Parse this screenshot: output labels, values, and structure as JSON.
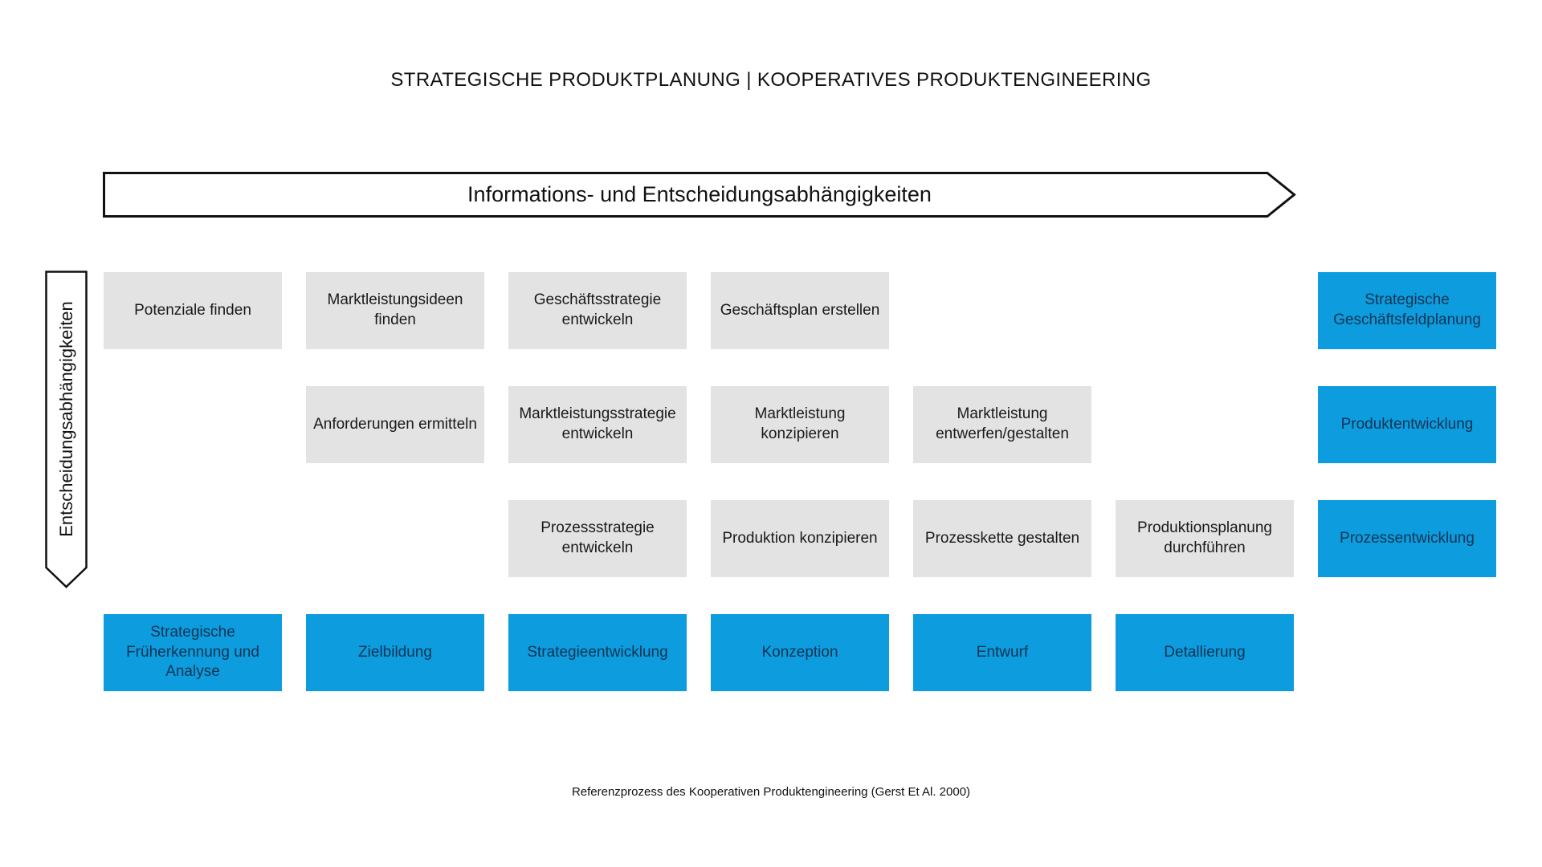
{
  "page": {
    "title": "STRATEGISCHE PRODUKTPLANUNG | KOOPERATIVES PRODUKTENGINEERING",
    "caption": "Referenzprozess des Kooperativen Produktengineering (Gerst Et Al. 2000)"
  },
  "banner": {
    "label": "Informations- und Entscheidungsabhängigkeiten"
  },
  "side_arrow": {
    "label": "Entscheidungsabhängigkeiten"
  },
  "colors": {
    "process_box_bg": "#e3e3e3",
    "process_box_text": "#1a1a1a",
    "phase_box_bg": "#0d9cde",
    "phase_box_text": "#0f3554",
    "outline": "#111111",
    "background": "#ffffff"
  },
  "matrix": {
    "rows": 4,
    "cols": 7,
    "boxes": [
      {
        "row": 1,
        "col": 1,
        "type": "process",
        "label": "Potenziale finden"
      },
      {
        "row": 1,
        "col": 2,
        "type": "process",
        "label": "Marktleistungsideen finden"
      },
      {
        "row": 1,
        "col": 3,
        "type": "process",
        "label": "Geschäftsstrategie entwickeln"
      },
      {
        "row": 1,
        "col": 4,
        "type": "process",
        "label": "Geschäftsplan erstellen"
      },
      {
        "row": 1,
        "col": 7,
        "type": "phase",
        "label": "Strategische Geschäftsfeldplanung"
      },
      {
        "row": 2,
        "col": 2,
        "type": "process",
        "label": "Anforderungen ermitteln"
      },
      {
        "row": 2,
        "col": 3,
        "type": "process",
        "label": "Marktleistungsstrategie entwickeln"
      },
      {
        "row": 2,
        "col": 4,
        "type": "process",
        "label": "Marktleistung konzipieren"
      },
      {
        "row": 2,
        "col": 5,
        "type": "process",
        "label": "Marktleistung entwerfen/gestalten"
      },
      {
        "row": 2,
        "col": 7,
        "type": "phase",
        "label": "Produktentwicklung"
      },
      {
        "row": 3,
        "col": 3,
        "type": "process",
        "label": "Prozessstrategie entwickeln"
      },
      {
        "row": 3,
        "col": 4,
        "type": "process",
        "label": "Produktion konzipieren"
      },
      {
        "row": 3,
        "col": 5,
        "type": "process",
        "label": "Prozesskette gestalten"
      },
      {
        "row": 3,
        "col": 6,
        "type": "process",
        "label": "Produktionsplanung durchführen"
      },
      {
        "row": 3,
        "col": 7,
        "type": "phase",
        "label": "Prozessentwicklung"
      },
      {
        "row": 4,
        "col": 1,
        "type": "phase",
        "label": "Strategische Früherkennung und Analyse"
      },
      {
        "row": 4,
        "col": 2,
        "type": "phase",
        "label": "Zielbildung"
      },
      {
        "row": 4,
        "col": 3,
        "type": "phase",
        "label": "Strategieentwicklung"
      },
      {
        "row": 4,
        "col": 4,
        "type": "phase",
        "label": "Konzeption"
      },
      {
        "row": 4,
        "col": 5,
        "type": "phase",
        "label": "Entwurf"
      },
      {
        "row": 4,
        "col": 6,
        "type": "phase",
        "label": "Detallierung"
      }
    ]
  }
}
